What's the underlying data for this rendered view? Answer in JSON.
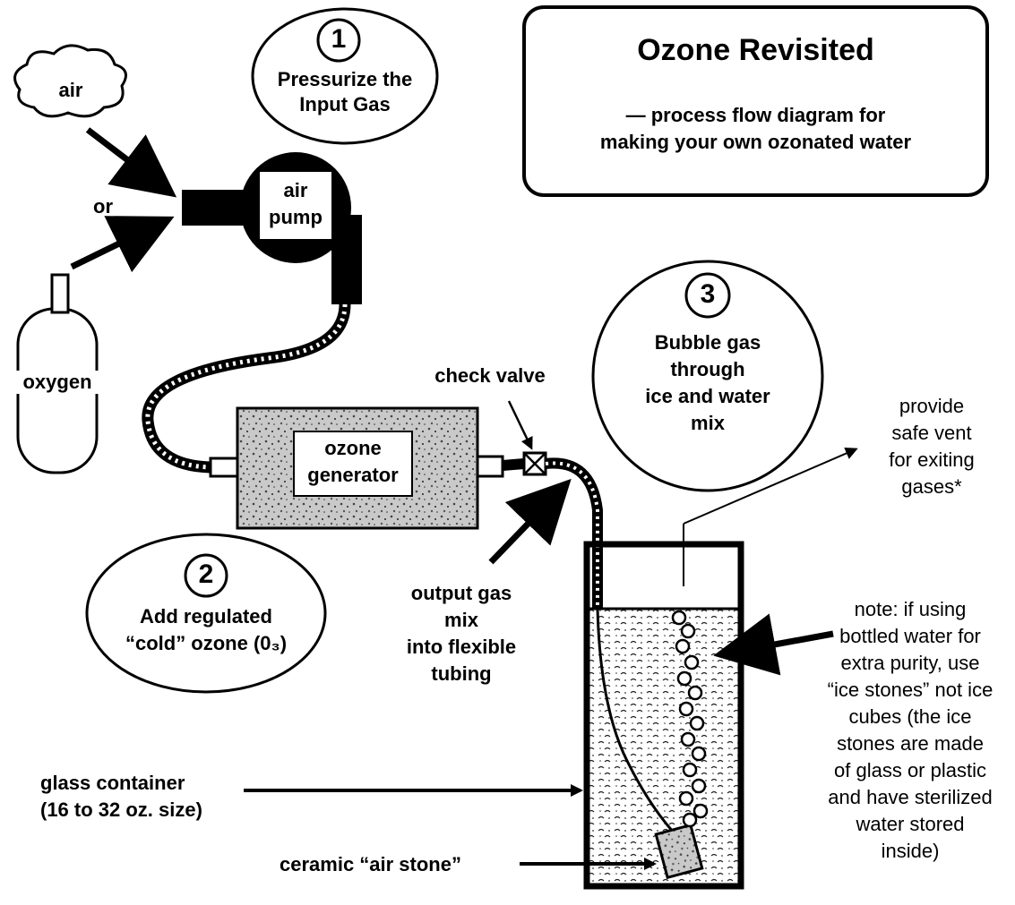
{
  "title": "Ozone Revisited",
  "subtitle_line1": "—  process flow diagram for",
  "subtitle_line2": "making your own ozonated water",
  "steps": [
    {
      "number": "1",
      "line1": "Pressurize the",
      "line2": "Input Gas"
    },
    {
      "number": "2",
      "line1": "Add regulated",
      "line2": "“cold” ozone (0₃)"
    },
    {
      "number": "3",
      "line1": "Bubble gas",
      "line2": "through",
      "line3": "ice and water",
      "line4": "mix"
    }
  ],
  "sources": {
    "air": "air",
    "or": "or",
    "oxygen": "oxygen"
  },
  "pump": {
    "line1": "air",
    "line2": "pump"
  },
  "generator": {
    "line1": "ozone",
    "line2": "generator"
  },
  "check_valve": "check  valve",
  "output": {
    "line1": "output gas",
    "line2": "mix",
    "line3": "into flexible",
    "line4": "tubing"
  },
  "vent": {
    "line1": "provide",
    "line2": "safe vent",
    "line3": "for exiting",
    "line4": "gases*"
  },
  "container": {
    "line1": "glass container",
    "line2": "(16  to 32 oz. size)"
  },
  "air_stone": "ceramic “air stone”",
  "note": {
    "line1": "note: if using",
    "line2": "bottled water for",
    "line3": "extra purity,  use",
    "line4": "“ice stones” not ice",
    "line5": "cubes (the ice",
    "line6": "stones are made",
    "line7": "of glass or plastic",
    "line8": "and have sterilized",
    "line9": "water stored",
    "line10": "inside)"
  }
}
